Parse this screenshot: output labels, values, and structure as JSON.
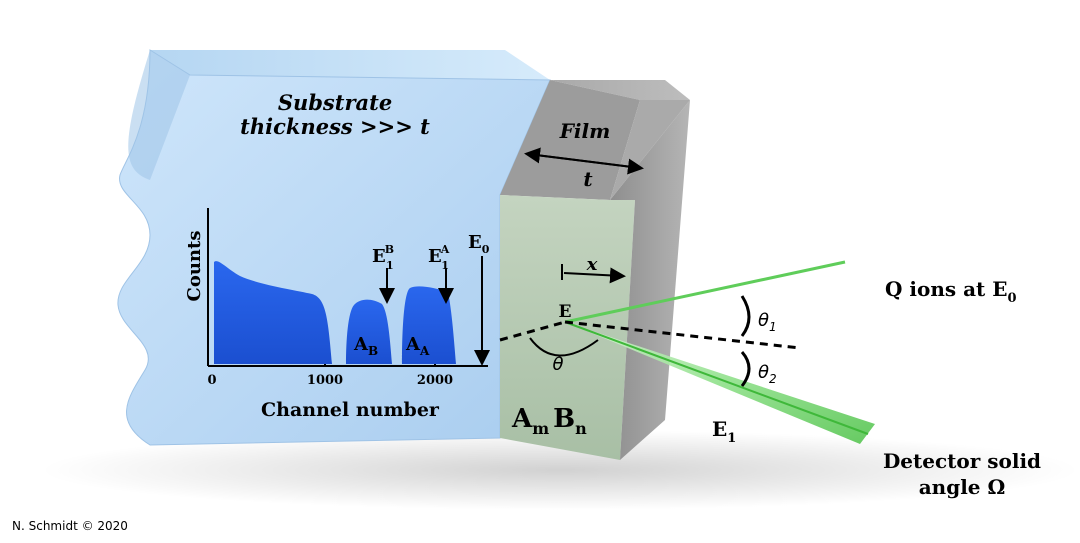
{
  "substrate": {
    "line1": "Substrate",
    "line2": "thickness >>> t"
  },
  "film": {
    "label": "Film",
    "thickness": "t"
  },
  "compound": {
    "a": "A",
    "a_sub": "m",
    "b": "B",
    "b_sub": "n"
  },
  "spectrum": {
    "ylabel": "Counts",
    "xlabel": "Channel number",
    "ticks": [
      "0",
      "1000",
      "2000"
    ],
    "e1b_main": "E",
    "e1b_sub": "1",
    "e1b_sup": "B",
    "e1a_main": "E",
    "e1a_sub": "1",
    "e1a_sup": "A",
    "e0_main": "E",
    "e0_sub": "0",
    "peak_b_main": "A",
    "peak_b_sub": "B",
    "peak_a_main": "A",
    "peak_a_sub": "A"
  },
  "geometry": {
    "depth": "x",
    "energy": "E",
    "theta": "θ",
    "theta1": "θ",
    "theta1_sub": "1",
    "theta2": "θ",
    "theta2_sub": "2"
  },
  "beam": {
    "label": "Q ions at E",
    "label_sub": "0"
  },
  "exit": {
    "label": "E",
    "label_sub": "1"
  },
  "detector": {
    "line1": "Detector solid",
    "line2": "angle Ω"
  },
  "credit": "N. Schmidt © 2020",
  "colors": {
    "substrate": "#bcdcf5",
    "film": "#b7cdb7",
    "peak": "#1f5fe8",
    "beam": "#5cd65c"
  }
}
